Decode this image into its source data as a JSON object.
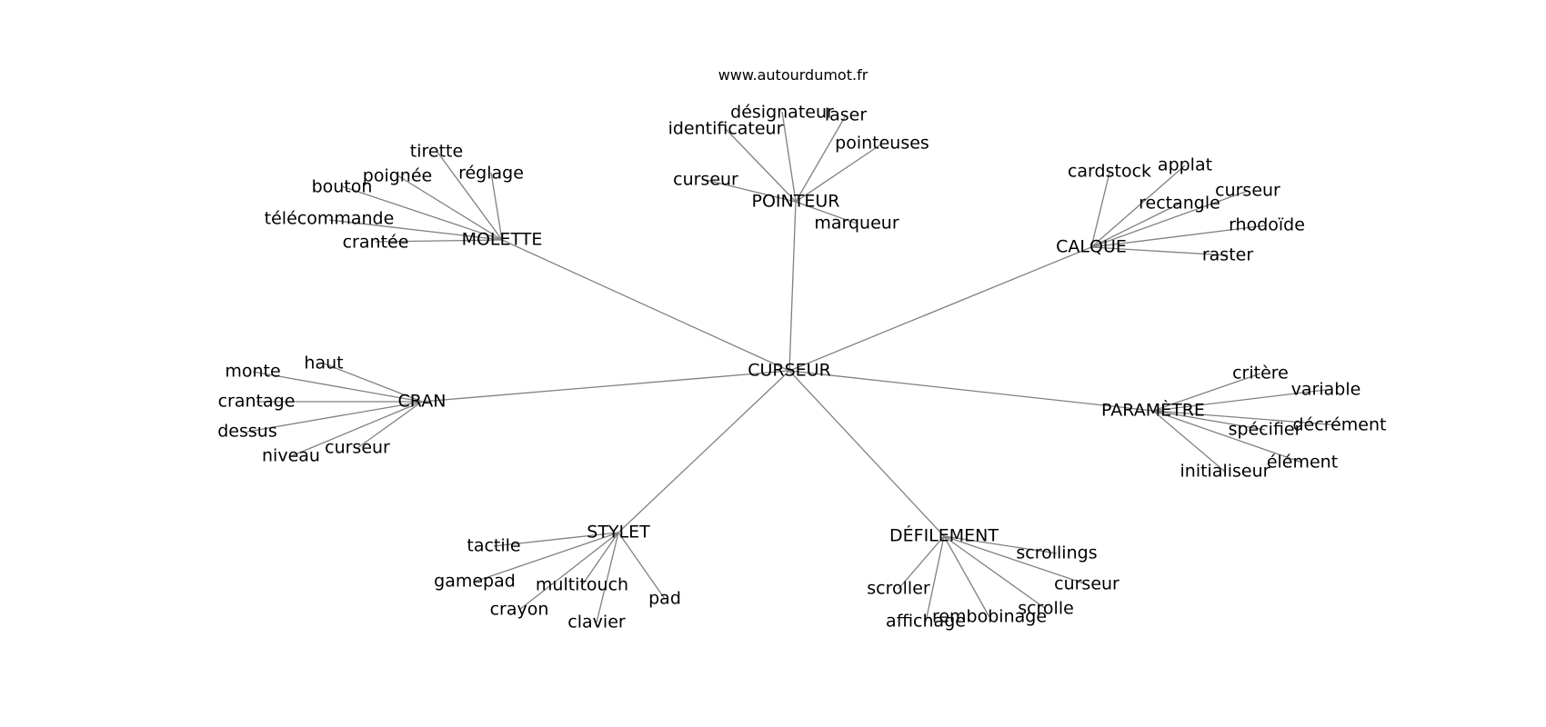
{
  "site": "www.autourdumot.fr",
  "colors": {
    "edge": "#808080",
    "text": "#000000",
    "background": "#ffffff"
  },
  "graph": {
    "center": {
      "label": "CURSEUR"
    },
    "hubs": [
      {
        "label": "MOLETTE",
        "words": [
          "tirette",
          "réglage",
          "poignée",
          "bouton",
          "télécommande",
          "crantée"
        ]
      },
      {
        "label": "POINTEUR",
        "words": [
          "désignateur",
          "laser",
          "identificateur",
          "pointeuses",
          "curseur",
          "marqueur"
        ]
      },
      {
        "label": "CALQUE",
        "words": [
          "cardstock",
          "applat",
          "curseur",
          "rectangle",
          "rhodoïde",
          "raster"
        ]
      },
      {
        "label": "CRAN",
        "words": [
          "haut",
          "monte",
          "crantage",
          "dessus",
          "niveau",
          "curseur"
        ]
      },
      {
        "label": "PARAMÈTRE",
        "words": [
          "critère",
          "variable",
          "décrément",
          "spécifier",
          "élément",
          "initialiseur"
        ]
      },
      {
        "label": "STYLET",
        "words": [
          "tactile",
          "gamepad",
          "multitouch",
          "crayon",
          "clavier",
          "pad"
        ]
      },
      {
        "label": "DÉFILEMENT",
        "words": [
          "scrollings",
          "curseur",
          "scroller",
          "affichage",
          "rembobinage",
          "scrolle"
        ]
      }
    ]
  }
}
